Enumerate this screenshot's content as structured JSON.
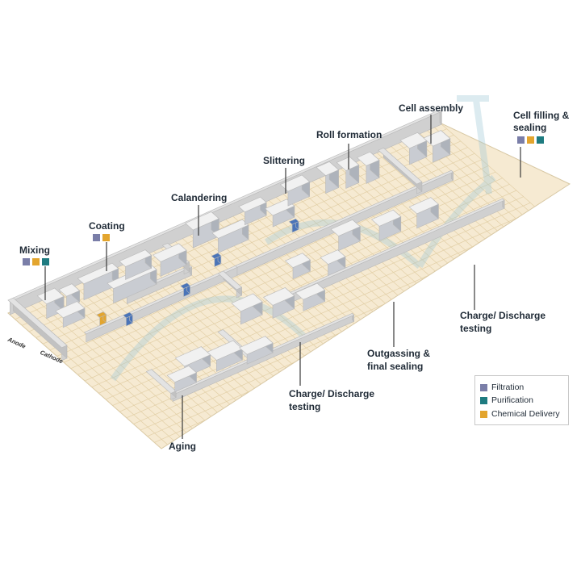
{
  "colors": {
    "filtration": "#7a7ea8",
    "purification": "#1e7b80",
    "chemical_delivery": "#e3a52e",
    "floor": "#f6ead2",
    "grid": "#e2cfa6",
    "wall": "#e3e3e3",
    "wall_edge": "#b9b9b9",
    "label": "#1f2a36"
  },
  "stations": {
    "mixing": {
      "label": "Mixing",
      "icons": [
        "filtration-icon",
        "chemical-delivery-icon",
        "purification-icon"
      ]
    },
    "coating": {
      "label": "Coating",
      "icons": [
        "filtration-icon",
        "chemical-delivery-icon"
      ]
    },
    "calandering": {
      "label": "Calandering"
    },
    "slittering": {
      "label": "Slittering"
    },
    "roll_formation": {
      "label": "Roll formation"
    },
    "cell_assembly": {
      "label": "Cell assembly"
    },
    "cell_filling": {
      "label_line1": "Cell filling &",
      "label_line2": "sealing",
      "icons": [
        "filtration-icon",
        "chemical-delivery-icon",
        "purification-icon"
      ]
    },
    "charge_discharge_right": {
      "label_line1": "Charge/ Discharge",
      "label_line2": "testing"
    },
    "outgassing": {
      "label_line1": "Outgassing &",
      "label_line2": "final sealing"
    },
    "charge_discharge_center": {
      "label_line1": "Charge/ Discharge",
      "label_line2": "testing"
    },
    "aging": {
      "label": "Aging"
    }
  },
  "lanes": {
    "anode": "Anode",
    "cathode": "Cathode"
  },
  "legend": {
    "items": [
      {
        "label": "Filtration",
        "color": "#7a7ea8"
      },
      {
        "label": "Purification",
        "color": "#1e7b80"
      },
      {
        "label": "Chemical Delivery",
        "color": "#e3a52e"
      }
    ]
  }
}
